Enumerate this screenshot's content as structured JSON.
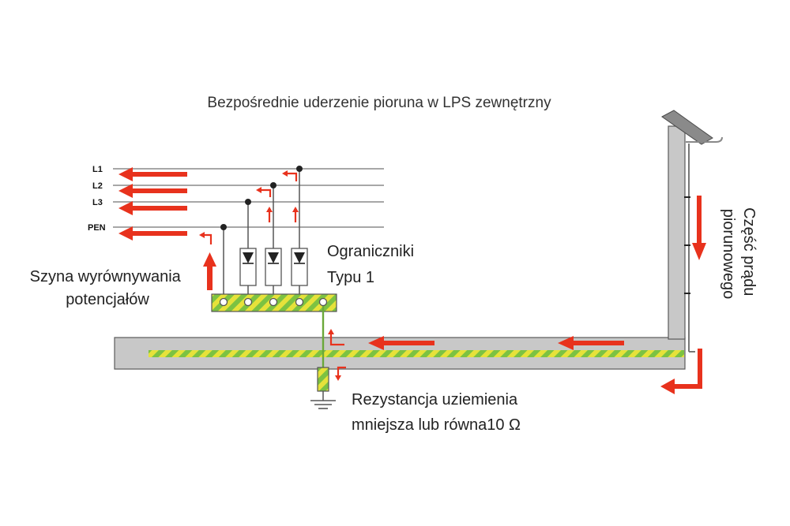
{
  "title": "Bezpośrednie uderzenie pioruna w LPS zewnętrzny",
  "lines": [
    {
      "label": "L1"
    },
    {
      "label": "L2"
    },
    {
      "label": "L3"
    },
    {
      "label": "PEN"
    }
  ],
  "labels": {
    "busbar_line1": "Szyna wyrównywania",
    "busbar_line2": "potencjałów",
    "spd_line1": "Ograniczniki",
    "spd_line2": "Typu 1",
    "lightning_current_line1": "Część prądu",
    "lightning_current_line2": "piorunowego",
    "earth_resistance_line1": "Rezystancja uziemienia",
    "earth_resistance_line2": "mniejsza lub równa10 Ω"
  },
  "colors": {
    "arrow": "#e8321d",
    "conductor": "#8a8a8a",
    "building": "#c8c8c8",
    "building_stroke": "#5a5a5a",
    "pe_green": "#7cc242",
    "pe_yellow": "#e6e23a",
    "background": "#ffffff"
  }
}
